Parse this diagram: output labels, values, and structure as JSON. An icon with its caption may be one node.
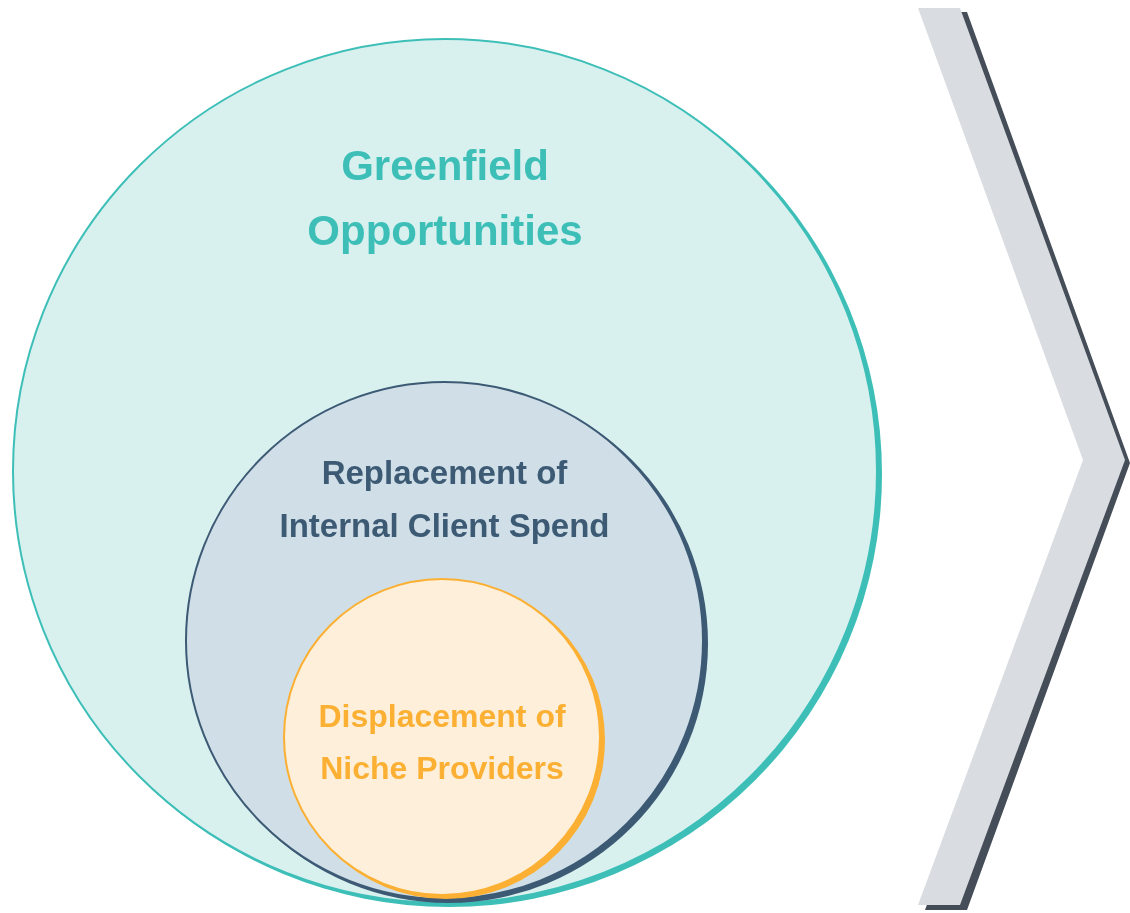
{
  "diagram": {
    "nodes": [
      {
        "text": [
          "Greenfield Opportunities"
        ]
      },
      {
        "text": [
          "Replacement of Internal Client Spend"
        ],
        "in": 0
      },
      {
        "text": [
          "Displacement of Niche Providers"
        ],
        "in": 1
      }
    ]
  }
}
